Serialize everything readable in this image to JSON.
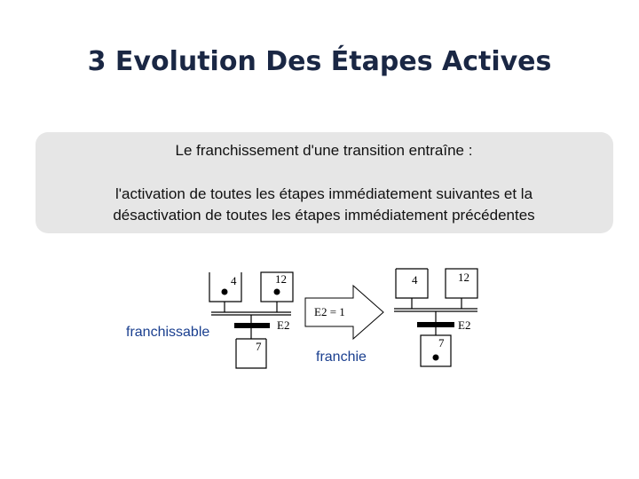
{
  "slide": {
    "title": "3 Evolution Des Étapes Actives"
  },
  "definition": {
    "line1": "Le franchissement d'une transition entraîne :",
    "line2a": "l'activation de toutes les étapes immédiatement suivantes et la",
    "line2b": "désactivation de toutes les étapes immédiatement précédentes"
  },
  "diagram": {
    "left": {
      "step_top_left": "4",
      "step_top_right": "12",
      "step_bottom": "7",
      "transition": "E2",
      "status_label": "franchissable"
    },
    "arrow": {
      "condition": "E2 = 1",
      "status_label": "franchie"
    },
    "right": {
      "step_top_left": "4",
      "step_top_right": "12",
      "step_bottom": "7",
      "transition": "E2"
    }
  }
}
